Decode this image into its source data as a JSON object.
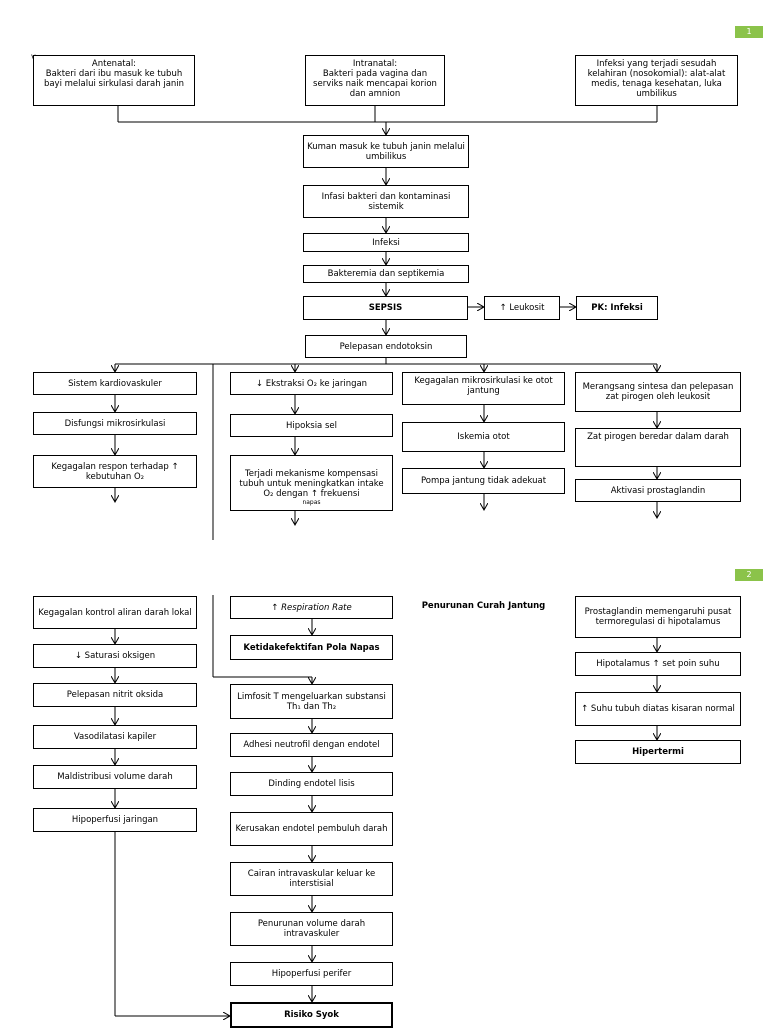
{
  "pages": [
    "1",
    "2"
  ],
  "page1": {
    "corner_mark": "v",
    "antenatal": "Antenatal:\nBakteri dari ibu masuk ke tubuh bayi melalui sirkulasi darah janin",
    "intranatal": "Intranatal:\nBakteri pada vagina dan serviks naik mencapai korion dan amnion",
    "infeksi_sesudah": "Infeksi yang terjadi sesudah kelahiran (nosokomial): alat-alat medis, tenaga kesehatan, luka umbilikus",
    "kuman": "Kuman masuk ke tubuh janin melalui umbilikus",
    "infasi": "Infasi bakteri dan kontaminasi sistemik",
    "infeksi": "Infeksi",
    "bakteremia": "Bakteremia dan septikemia",
    "sepsis": "SEPSIS",
    "leukosit": "↑ Leukosit",
    "pk_infeksi": "PK: Infeksi",
    "endotoksin": "Pelepasan endotoksin",
    "kardiovaskuler": "Sistem kardiovaskuler",
    "disfungsi": "Disfungsi mikrosirkulasi",
    "kegagalan_respon": "Kegagalan respon terhadap ↑ kebutuhan O₂",
    "ekstraksi": "↓ Ekstraksi O₂ ke jaringan",
    "hipoksia": "Hipoksia sel",
    "kompensasi": "Terjadi mekanisme kompensasi tubuh untuk meningkatkan intake O₂ dengan ↑ frekuensi",
    "napas_small": "napas",
    "mikrosirkulasi_jantung": "Kegagalan mikrosirkulasi ke otot jantung",
    "iskemia": "Iskemia otot",
    "pompa": "Pompa jantung tidak adekuat",
    "merangsang": "Merangsang sintesa dan pelepasan zat pirogen oleh leukosit",
    "zat_pirogen": "Zat pirogen beredar dalam darah",
    "aktivasi": "Aktivasi prostaglandin"
  },
  "page2": {
    "kontrol_aliran": "Kegagalan kontrol aliran darah lokal",
    "saturasi": "↓ Saturasi oksigen",
    "nitrit": "Pelepasan nitrit oksida",
    "vasodilatasi": "Vasodilatasi kapiler",
    "maldistribusi": "Maldistribusi volume darah",
    "hipoperfusi_jaringan": "Hipoperfusi jaringan",
    "rr_prefix": "↑ ",
    "rr_text": "Respiration Rate",
    "pola_napas": "Ketidakefektifan Pola Napas",
    "curah_jantung": "Penurunan Curah Jantung",
    "limfosit": "Limfosit T mengeluarkan substansi Th₁ dan Th₂",
    "adhesi": "Adhesi neutrofil dengan endotel",
    "dinding": "Dinding endotel lisis",
    "kerusakan": "Kerusakan endotel pembuluh darah",
    "cairan": "Cairan intravaskular keluar ke interstisial",
    "penurunan_volume": "Penurunan volume darah intravaskuler",
    "hipoperfusi_perifer": "Hipoperfusi perifer",
    "risiko_syok": "Risiko Syok",
    "prostaglandin": "Prostaglandin memengaruhi pusat termoregulasi di hipotalamus",
    "hipotalamus": "Hipotalamus ↑ set poin suhu",
    "suhu": "↑ Suhu tubuh diatas kisaran normal",
    "hipertermi": "Hipertermi"
  },
  "colors": {
    "badge": "#8bc34a",
    "line": "#000000"
  }
}
